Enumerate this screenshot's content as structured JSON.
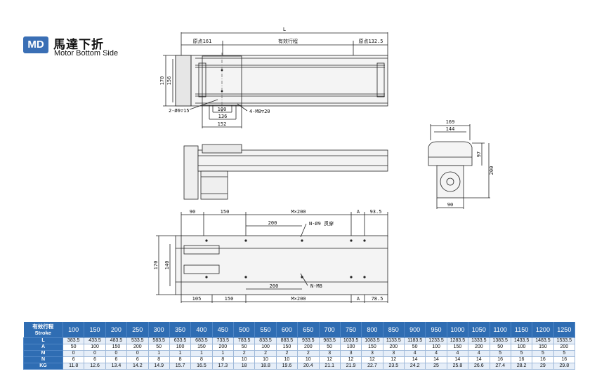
{
  "header": {
    "badge": "MD",
    "title_cn": "馬達下折",
    "title_en": "Motor Bottom Side"
  },
  "top_view": {
    "dim_total": "L",
    "dim_left": "原点161",
    "dim_middle": "有效行程",
    "dim_right": "原点132.5",
    "dim_height_outer": "170",
    "dim_height_inner": "156",
    "dim_holes": "2-Ø6▽15",
    "dim_100": "100",
    "dim_136": "136",
    "dim_152": "152",
    "dim_screws": "4-M8▽20"
  },
  "end_view": {
    "dim_169": "169",
    "dim_144": "144",
    "dim_97": "97",
    "dim_200": "200",
    "dim_90": "90"
  },
  "bottom_view": {
    "dim_90": "90",
    "dim_150_top": "150",
    "dim_m200_top": "M×200",
    "dim_a_top": "A",
    "dim_93_5": "93.5",
    "dim_200_top": "200",
    "note_through": "N-Ø9 贯穿",
    "dim_170": "170",
    "dim_140": "140",
    "dim_200_bottom": "200",
    "note_tap": "N-M8",
    "dim_105": "105",
    "dim_150_bottom": "150",
    "dim_m200_bottom": "M×200",
    "dim_a_bottom": "A",
    "dim_78_5": "78.5"
  },
  "spec_table": {
    "header_label_cn": "有效行程",
    "header_label_en": "Stroke",
    "strokes": [
      "100",
      "150",
      "200",
      "250",
      "300",
      "350",
      "400",
      "450",
      "500",
      "550",
      "600",
      "650",
      "700",
      "750",
      "800",
      "850",
      "900",
      "950",
      "1000",
      "1050",
      "1100",
      "1150",
      "1200",
      "1250"
    ],
    "rows": [
      {
        "label": "L",
        "values": [
          "383.5",
          "433.5",
          "483.5",
          "533.5",
          "583.5",
          "633.5",
          "683.5",
          "733.5",
          "783.5",
          "833.5",
          "883.5",
          "933.5",
          "983.5",
          "1033.5",
          "1083.5",
          "1133.5",
          "1183.5",
          "1233.5",
          "1283.5",
          "1333.5",
          "1383.5",
          "1433.5",
          "1483.5",
          "1533.5"
        ]
      },
      {
        "label": "A",
        "values": [
          "50",
          "100",
          "150",
          "200",
          "50",
          "100",
          "150",
          "200",
          "50",
          "100",
          "150",
          "200",
          "50",
          "100",
          "150",
          "200",
          "50",
          "100",
          "150",
          "200",
          "50",
          "100",
          "150",
          "200"
        ]
      },
      {
        "label": "M",
        "values": [
          "0",
          "0",
          "0",
          "0",
          "1",
          "1",
          "1",
          "1",
          "2",
          "2",
          "2",
          "2",
          "3",
          "3",
          "3",
          "3",
          "4",
          "4",
          "4",
          "4",
          "5",
          "5",
          "5",
          "5"
        ]
      },
      {
        "label": "N",
        "values": [
          "6",
          "6",
          "6",
          "6",
          "8",
          "8",
          "8",
          "8",
          "10",
          "10",
          "10",
          "10",
          "12",
          "12",
          "12",
          "12",
          "14",
          "14",
          "14",
          "14",
          "16",
          "16",
          "16",
          "16"
        ]
      },
      {
        "label": "KG",
        "values": [
          "11.8",
          "12.6",
          "13.4",
          "14.2",
          "14.9",
          "15.7",
          "16.5",
          "17.3",
          "18",
          "18.8",
          "19.6",
          "20.4",
          "21.1",
          "21.9",
          "22.7",
          "23.5",
          "24.2",
          "25",
          "25.8",
          "26.6",
          "27.4",
          "28.2",
          "29",
          "29.8"
        ]
      }
    ]
  }
}
